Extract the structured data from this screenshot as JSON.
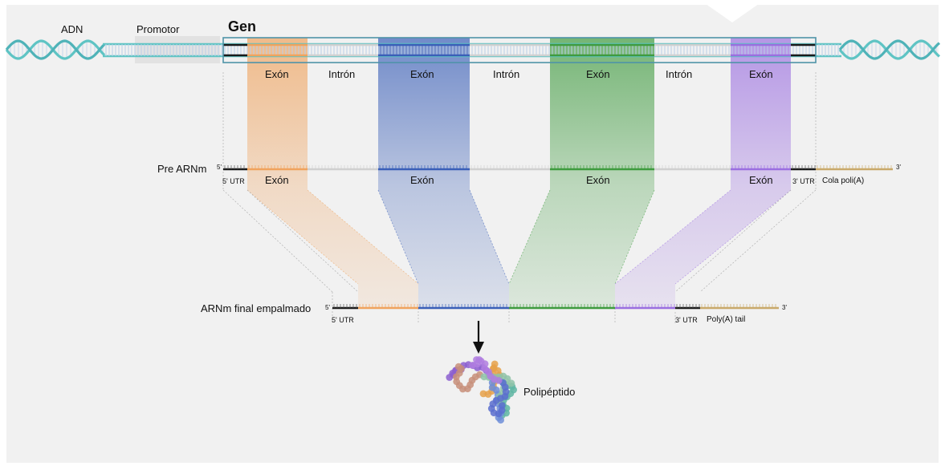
{
  "dna": {
    "label": "ADN",
    "promoter_label": "Promotor",
    "gene_label": "Gen"
  },
  "gene_regions": [
    {
      "kind": "exon",
      "label": "Exón",
      "color": "#f0a35e"
    },
    {
      "kind": "intron",
      "label": "Intrón",
      "color": "#d8d8d8"
    },
    {
      "kind": "exon",
      "label": "Exón",
      "color": "#3a5fb8"
    },
    {
      "kind": "intron",
      "label": "Intrón",
      "color": "#d8d8d8"
    },
    {
      "kind": "exon",
      "label": "Exón",
      "color": "#3f9b3f"
    },
    {
      "kind": "intron",
      "label": "Intrón",
      "color": "#d8d8d8"
    },
    {
      "kind": "exon",
      "label": "Exón",
      "color": "#9b6fe0"
    }
  ],
  "pre_mrna": {
    "label": "Pre ARNm",
    "five_prime": "5'",
    "three_prime": "3'",
    "utr5": "5' UTR",
    "utr3": "3' UTR",
    "tail": "Cola poli(A)",
    "exon_labels": [
      "Exón",
      "Exón",
      "Exón",
      "Exón"
    ]
  },
  "final_mrna": {
    "label": "ARNm final empalmado",
    "five_prime": "5'",
    "three_prime": "3'",
    "utr5": "5' UTR",
    "utr3": "3' UTR",
    "tail": "Poly(A) tail"
  },
  "polypeptide": {
    "label": "Polipéptido"
  },
  "colors": {
    "exon1": "#f0a35e",
    "exon2": "#3a5fb8",
    "exon3": "#3f9b3f",
    "exon4": "#9b6fe0",
    "dna_strand": "#5fc4c4",
    "gene_box": "#4f93a8",
    "poly_a": "#c9a96a",
    "utr": "#1a1a1a",
    "intron": "#d0d0d0",
    "background": "#f1f1f1"
  }
}
